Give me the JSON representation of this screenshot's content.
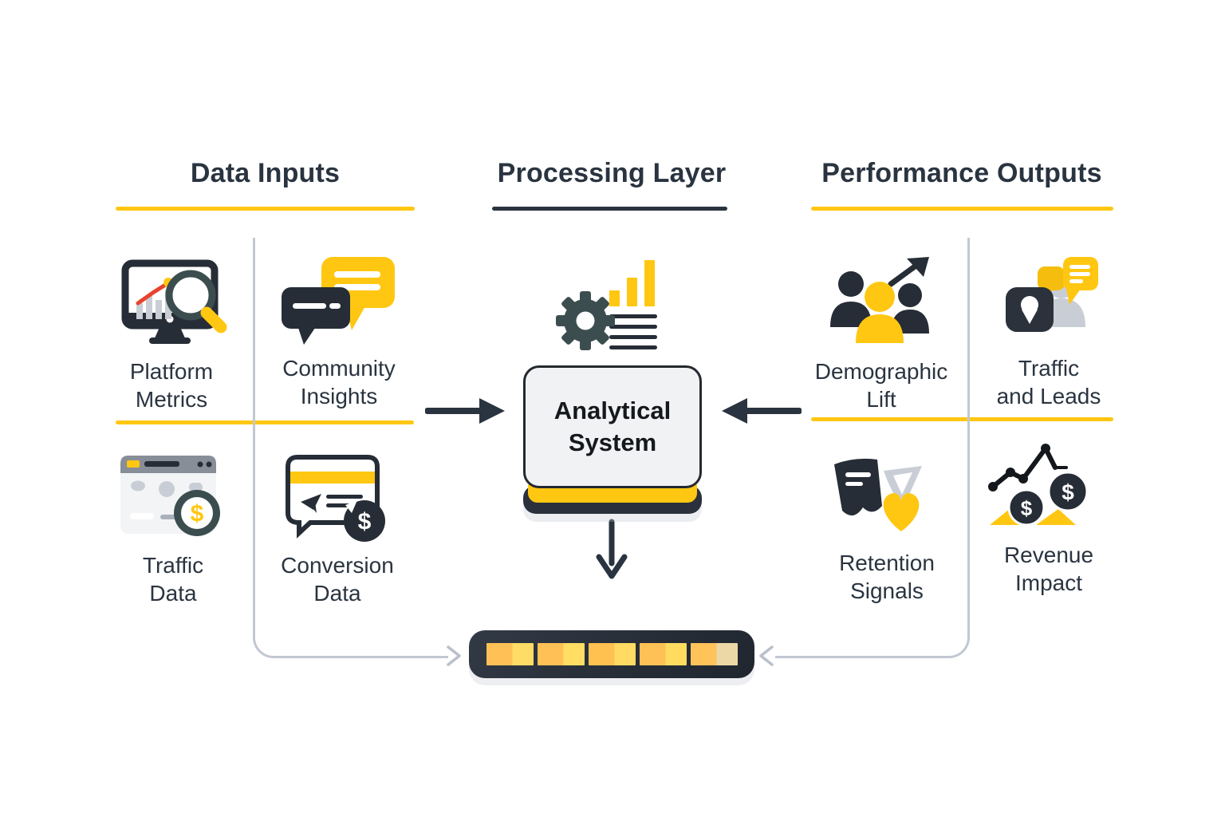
{
  "headers": {
    "data_inputs": "Data Inputs",
    "processing_layer": "Processing Layer",
    "performance_outputs": "Performance Outputs"
  },
  "inputs": {
    "items": [
      {
        "name": "platform-metrics",
        "line1": "Platform",
        "line2": "Metrics",
        "icon": "monitor-magnifier-icon"
      },
      {
        "name": "community-insights",
        "line1": "Community",
        "line2": "Insights",
        "icon": "chat-bubbles-icon"
      },
      {
        "name": "traffic-data",
        "line1": "Traffic",
        "line2": "Data",
        "icon": "browser-coin-icon"
      },
      {
        "name": "conversion-data",
        "line1": "Conversion",
        "line2": "Data",
        "icon": "card-coin-icon"
      }
    ]
  },
  "processing": {
    "icon": "gear-chart-icon",
    "box": {
      "line1": "Analytical",
      "line2": "System"
    }
  },
  "outputs": {
    "items": [
      {
        "name": "demographic-lift",
        "line1": "Demographic",
        "line2": "Lift",
        "icon": "people-growth-icon"
      },
      {
        "name": "traffic-and-leads",
        "line1": "Traffic",
        "line2": "and Leads",
        "icon": "pin-chat-leads-icon"
      },
      {
        "name": "retention-signals",
        "line1": "Retention",
        "line2": "Signals",
        "icon": "chat-heart-icon"
      },
      {
        "name": "revenue-impact",
        "line1": "Revenue",
        "line2": "Impact",
        "icon": "chart-coins-icon"
      }
    ]
  },
  "palette": {
    "yellow": "#FFC712",
    "dark": "#2A3440",
    "teal": "#3C4D4F",
    "gray_line": "#C2C8D2",
    "light_gray": "#C9CED6"
  },
  "bottom_bar": {
    "segments": [
      {
        "from": "#FFC155",
        "to": "#FFDC66"
      },
      {
        "from": "#FFC155",
        "to": "#FFDE63"
      },
      {
        "from": "#FFC14F",
        "to": "#FFDB63"
      },
      {
        "from": "#FFC155",
        "to": "#FFDC60"
      },
      {
        "from": "#FFC35A",
        "to": "#EBD8A6"
      }
    ]
  }
}
